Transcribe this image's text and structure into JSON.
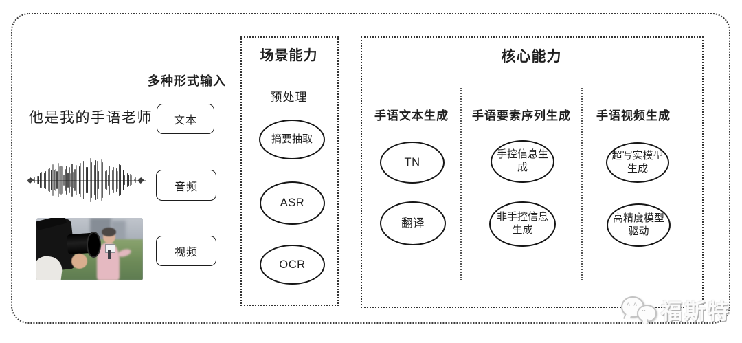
{
  "input_section": {
    "title": "多种形式输入",
    "sample_text": "他是我的手语老师",
    "items": [
      {
        "label": "文本"
      },
      {
        "label": "音频"
      },
      {
        "label": "视频"
      }
    ],
    "icons": [
      "audio-waveform-icon",
      "reporter-video-photo"
    ]
  },
  "scene_box": {
    "title": "场景能力",
    "subtitle": "预处理",
    "nodes": [
      "摘要抽取",
      "ASR",
      "OCR"
    ]
  },
  "core_box": {
    "title": "核心能力",
    "columns": [
      {
        "header": "手语文本生成",
        "nodes": [
          "TN",
          "翻译"
        ]
      },
      {
        "header": "手语要素序列生成",
        "nodes": [
          "手控信息生成",
          "非手控信息生成"
        ]
      },
      {
        "header": "手语视频生成",
        "nodes": [
          "超写实模型生成",
          "高精度模型驱动"
        ]
      }
    ]
  },
  "watermark": {
    "text": "福斯特",
    "icon": "wechat-logo-icon"
  },
  "colors": {
    "ink": "#1f1f1f",
    "dotted_border": "#3a3a3a",
    "watermark_gray": "#c3c3c3",
    "background": "#ffffff"
  }
}
